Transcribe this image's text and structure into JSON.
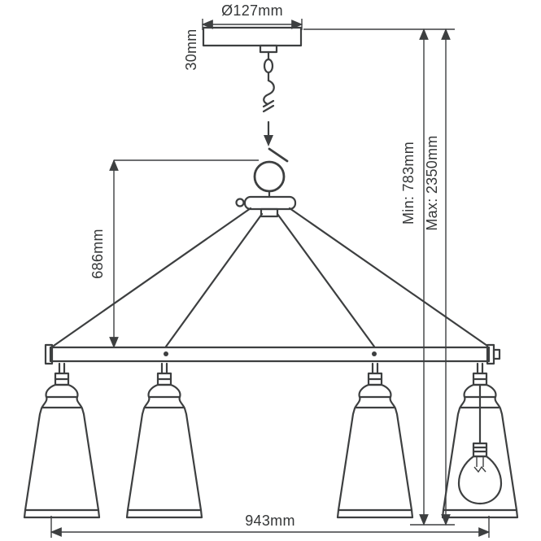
{
  "meta": {
    "description": "Chandelier / pendant light technical dimension diagram",
    "line_color": "#3d3f40",
    "text_color": "#343637",
    "background": "#ffffff"
  },
  "dimensions": {
    "canopy_diameter": "Ø127mm",
    "canopy_height": "30mm",
    "frame_height": "686mm",
    "min_drop": "Min: 783mm",
    "max_drop": "Max: 2350mm",
    "width": "943mm"
  }
}
